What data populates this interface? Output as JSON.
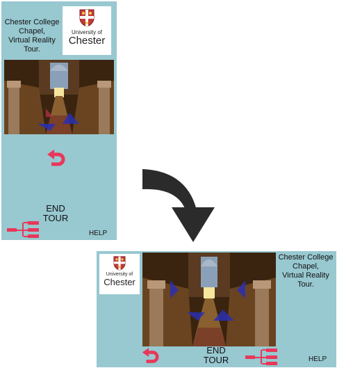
{
  "panels": [
    {
      "orientation": "portrait",
      "title_lines": [
        "Chester College",
        "Chapel,",
        "Virtual Reality",
        "Tour."
      ],
      "logo": {
        "line1": "University of",
        "line2": "Chester"
      },
      "end_tour": {
        "line1": "END",
        "line2": "TOUR"
      },
      "help_label": "HELP"
    },
    {
      "orientation": "landscape",
      "title_lines": [
        "Chester College",
        "Chapel,",
        "Virtual Reality",
        "Tour."
      ],
      "logo": {
        "line1": "University of",
        "line2": "Chester"
      },
      "end_tour": {
        "line1": "END",
        "line2": "TOUR"
      },
      "help_label": "HELP"
    }
  ],
  "icons": {
    "back": "u-turn-arrow-icon",
    "map": "site-map-icon",
    "nav": "navigation-triangle-icon",
    "transition": "curved-arrow-icon"
  },
  "colors": {
    "panel_bg": "#98c8d0",
    "accent": "#e8385a",
    "nav_triangles": "#2a2fb0",
    "transition_arrow": "#2b2b2b"
  }
}
